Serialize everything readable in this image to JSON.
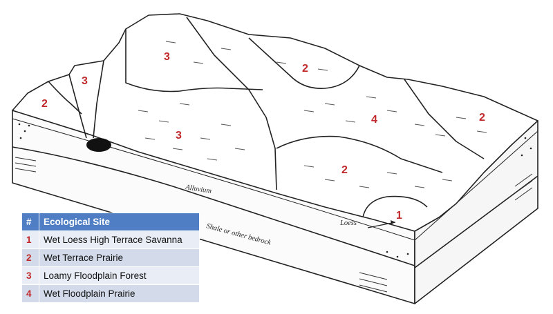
{
  "site_labels": [
    "2",
    "3",
    "3",
    "2",
    "3",
    "4",
    "2",
    "2",
    "1"
  ],
  "layer_labels": {
    "alluvium": "Alluvium",
    "bedrock": "Shale or other bedrock",
    "loess": "Loess"
  },
  "legend": {
    "header_num": "#",
    "header_site": "Ecological Site",
    "rows": [
      {
        "num": "1",
        "name": "Wet Loess High Terrace Savanna"
      },
      {
        "num": "2",
        "name": "Wet Terrace Prairie"
      },
      {
        "num": "3",
        "name": "Loamy Floodplain Forest"
      },
      {
        "num": "4",
        "name": "Wet Floodplain Prairie"
      }
    ]
  },
  "colors": {
    "site_number": "#c0282a",
    "legend_header": "#4f7ec4",
    "legend_row_odd": "#d3dbea",
    "legend_row_even": "#e9edf5",
    "line": "#222222"
  }
}
